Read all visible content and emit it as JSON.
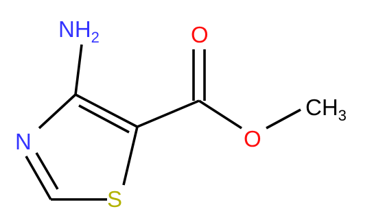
{
  "molecule": {
    "atoms": {
      "amino_n": {
        "text": "NH",
        "subscript": "2",
        "color": "#3333ff"
      },
      "ring_n": {
        "text": "N",
        "color": "#3333ff"
      },
      "ring_s": {
        "text": "S",
        "color": "#b2b200"
      },
      "carbonyl_o": {
        "text": "O",
        "color": "#ff0d0d"
      },
      "ester_o": {
        "text": "O",
        "color": "#ff0d0d"
      },
      "methyl": {
        "text": "CH",
        "subscript": "3",
        "color": "#000000"
      }
    },
    "bond_color": "#000000"
  }
}
